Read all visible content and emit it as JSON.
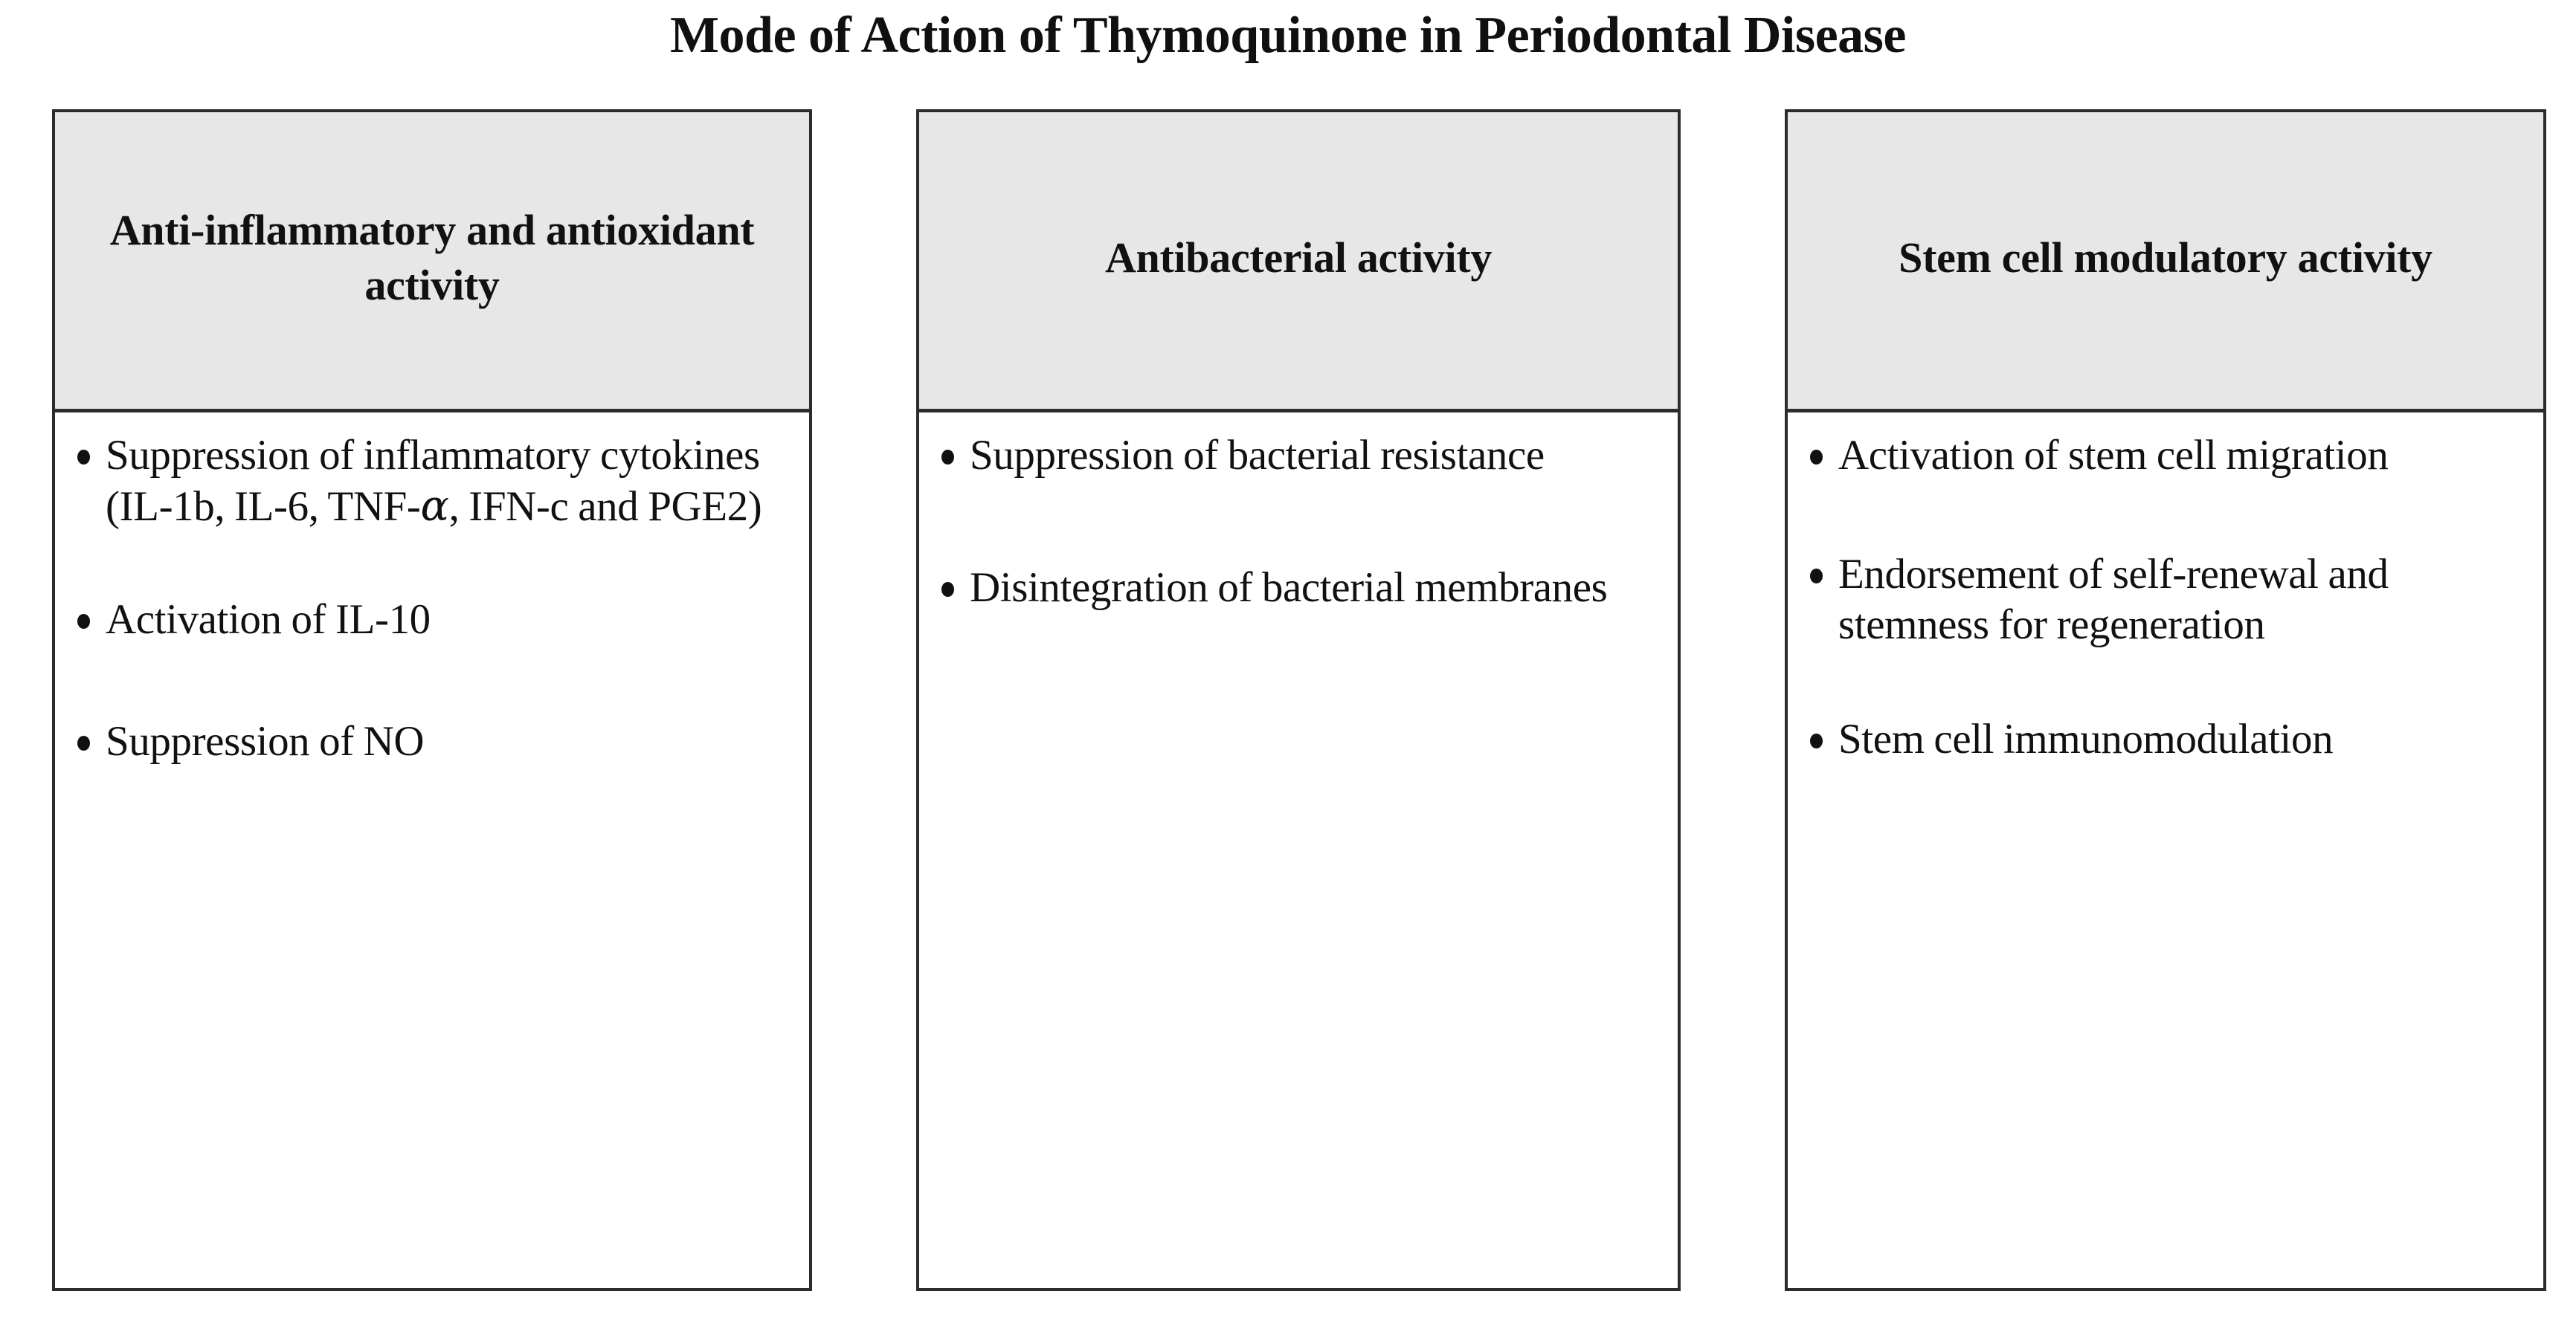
{
  "figure": {
    "title": "Mode of Action of Thymoquinone in Periodontal Disease",
    "background_color": "#ffffff",
    "border_color": "#2c2c2c",
    "header_fill_color": "#e7e7e7",
    "text_color": "#111111",
    "bullet_glyph": "•"
  },
  "columns": [
    {
      "header": "Anti-inflammatory and antioxidant activity",
      "bullets": [
        {
          "text_before_symbol": "Suppression of inflammatory cytokines (IL-1b, IL-6, TNF-",
          "symbol": "α",
          "text_after_symbol": ", IFN-c and PGE2)",
          "full_text": "Suppression of inflammatory cytokines (IL-1b, IL-6, TNF-α, IFN-c and PGE2)"
        },
        {
          "text_before_symbol": "Activation of IL-10",
          "symbol": "",
          "text_after_symbol": "",
          "full_text": "Activation of IL-10"
        },
        {
          "text_before_symbol": "Suppression of NO",
          "symbol": "",
          "text_after_symbol": "",
          "full_text": "Suppression of NO"
        }
      ]
    },
    {
      "header": "Antibacterial activity",
      "bullets": [
        {
          "text_before_symbol": "Suppression of bacterial resistance",
          "symbol": "",
          "text_after_symbol": "",
          "full_text": "Suppression of bacterial resistance"
        },
        {
          "text_before_symbol": "Disintegration of bacterial membranes",
          "symbol": "",
          "text_after_symbol": "",
          "full_text": "Disintegration of bacterial membranes"
        }
      ]
    },
    {
      "header": "Stem cell modulatory activity",
      "bullets": [
        {
          "text_before_symbol": "Activation of stem cell migration",
          "symbol": "",
          "text_after_symbol": "",
          "full_text": "Activation of stem cell migration"
        },
        {
          "text_before_symbol": "Endorsement of self-renewal and stemness for regeneration",
          "symbol": "",
          "text_after_symbol": "",
          "full_text": "Endorsement of self-renewal and stemness for regeneration"
        },
        {
          "text_before_symbol": "Stem cell immunomodulation",
          "symbol": "",
          "text_after_symbol": "",
          "full_text": "Stem cell immunomodulation"
        }
      ]
    }
  ]
}
